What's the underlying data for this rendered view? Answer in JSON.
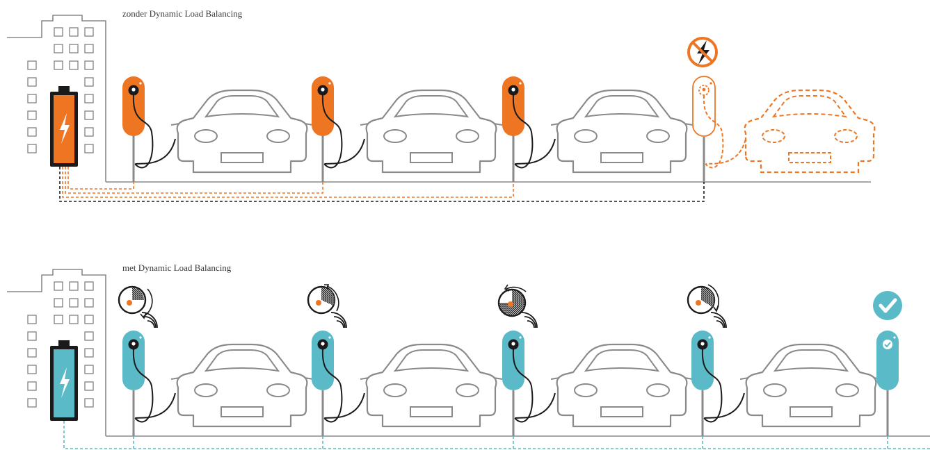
{
  "scenarios": [
    {
      "title": "zonder Dynamic Load Balancing",
      "theme_color": "#ee7623",
      "chargers": [
        {
          "state": "charging",
          "car": "connected"
        },
        {
          "state": "charging",
          "car": "connected"
        },
        {
          "state": "charging",
          "car": "connected"
        },
        {
          "state": "blocked",
          "car": "waiting",
          "status_icon": "no-power-icon"
        }
      ]
    },
    {
      "title": "met Dynamic Load Balancing",
      "theme_color": "#5bbac7",
      "chargers": [
        {
          "state": "balanced",
          "car": "connected",
          "status_icon": "timer-icon"
        },
        {
          "state": "balanced",
          "car": "connected",
          "status_icon": "timer-icon"
        },
        {
          "state": "balanced",
          "car": "connected",
          "status_icon": "timer-icon"
        },
        {
          "state": "balanced",
          "car": "connected",
          "status_icon": "timer-icon"
        },
        {
          "state": "ready",
          "car": "none",
          "status_icon": "checkmark-icon"
        }
      ]
    }
  ],
  "colors": {
    "orange": "#ee7623",
    "teal": "#5bbac7",
    "line": "#8a8a8a",
    "dark": "#1a1a1a"
  }
}
